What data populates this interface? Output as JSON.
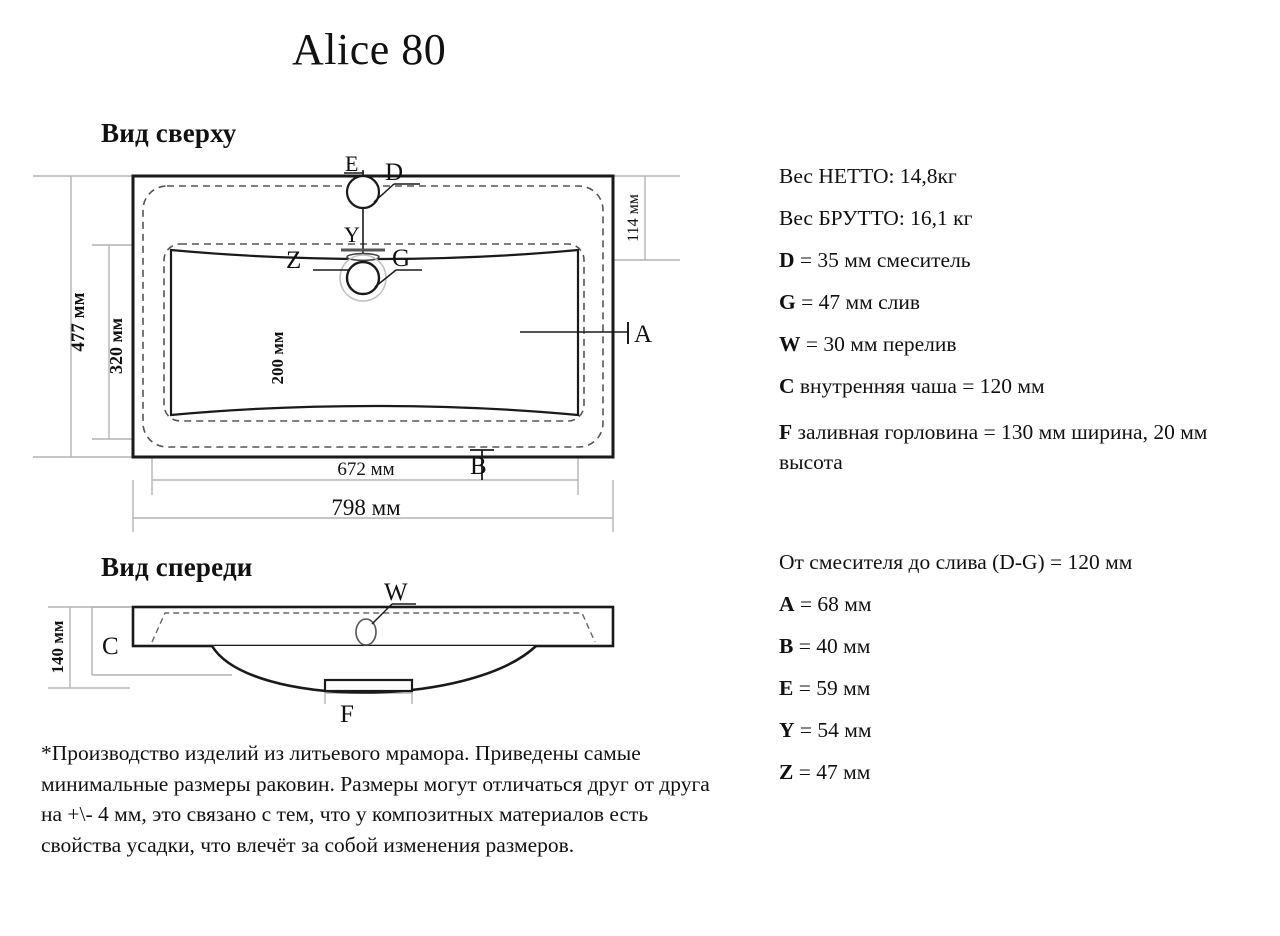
{
  "title": "Alice 80",
  "headings": {
    "top_view": "Вид сверху",
    "front_view": "Вид спереди"
  },
  "top_view": {
    "dimensions": {
      "outer_height": "477 мм",
      "inner_height": "320 мм",
      "basin_depth": "200 мм",
      "rear_margin": "114 мм",
      "inner_width": "672 мм",
      "outer_width": "798 мм"
    },
    "callouts": {
      "faucet": "D",
      "drain": "G",
      "front_edge": "A",
      "bottom_edge": "B",
      "faucet_to_rear": "E",
      "faucet_to_basin": "Y",
      "basin_to_drain": "Z"
    }
  },
  "front_view": {
    "dimensions": {
      "height": "140 мм"
    },
    "callouts": {
      "overflow": "W",
      "bowl_depth": "C",
      "spout_base": "F"
    }
  },
  "specs_upper": [
    {
      "key": "",
      "text": "Вес НЕТТО: 14,8кг"
    },
    {
      "key": "",
      "text": "Вес БРУТТО: 16,1 кг"
    },
    {
      "key": "D",
      "text": " = 35 мм смеситель"
    },
    {
      "key": "G",
      "text": " = 47 мм слив"
    },
    {
      "key": "W",
      "text": " = 30 мм перелив"
    },
    {
      "key": "C",
      "text": " внутренняя чаша = 120 мм"
    },
    {
      "key": "F",
      "text": " заливная горловина = 130 мм ширина, 20 мм высота"
    }
  ],
  "specs_lower": [
    {
      "key": "",
      "text": "От смесителя до слива (D-G) = 120 мм"
    },
    {
      "key": "A",
      "text": " = 68 мм"
    },
    {
      "key": "B",
      "text": " = 40 мм"
    },
    {
      "key": "E",
      "text": " = 59 мм"
    },
    {
      "key": "Y",
      "text": " = 54 мм"
    },
    {
      "key": "Z",
      "text": " = 47 мм"
    }
  ],
  "footnote": "*Производство изделий из литьевого мрамора. Приведены самые минимальные размеры раковин. Размеры могут отличаться друг от друга на +\\- 4 мм, это связано с тем, что у композитных материалов есть свойства усадки, что влечёт за собой изменения размеров.",
  "colors": {
    "ink": "#111111",
    "outline": "#1a1a1a",
    "dim_line": "#b3b3b3",
    "dashed": "#6e6e6e",
    "background": "#ffffff"
  }
}
